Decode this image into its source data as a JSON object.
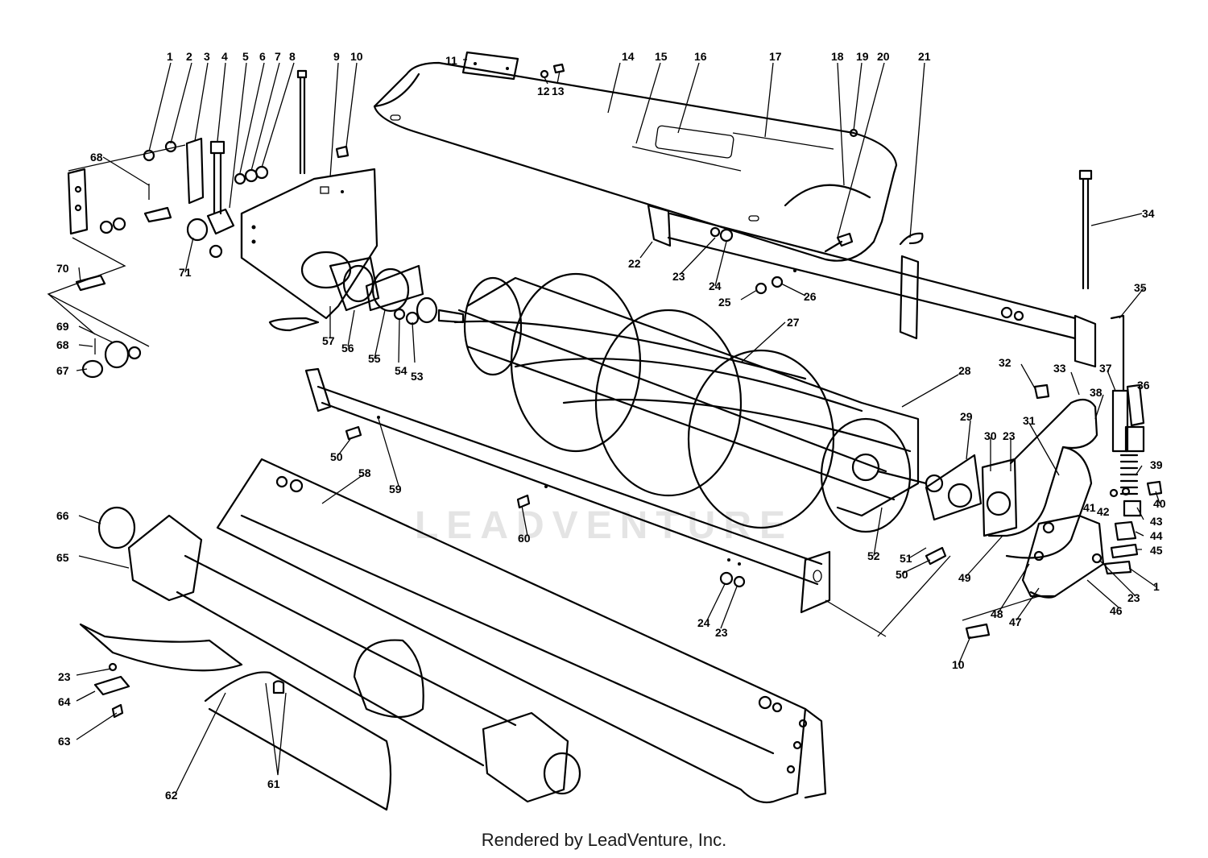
{
  "footer": {
    "credit": "Rendered by LeadVenture, Inc."
  },
  "watermark": {
    "text": "LEADVENTURE"
  },
  "callouts": [
    {
      "id": "c1",
      "label": "1"
    },
    {
      "id": "c2",
      "label": "2"
    },
    {
      "id": "c3",
      "label": "3"
    },
    {
      "id": "c4",
      "label": "4"
    },
    {
      "id": "c5",
      "label": "5"
    },
    {
      "id": "c6",
      "label": "6"
    },
    {
      "id": "c7",
      "label": "7"
    },
    {
      "id": "c8",
      "label": "8"
    },
    {
      "id": "c9",
      "label": "9"
    },
    {
      "id": "c10",
      "label": "10"
    },
    {
      "id": "c11",
      "label": "11"
    },
    {
      "id": "c12",
      "label": "12"
    },
    {
      "id": "c13",
      "label": "13"
    },
    {
      "id": "c14",
      "label": "14"
    },
    {
      "id": "c15",
      "label": "15"
    },
    {
      "id": "c16",
      "label": "16"
    },
    {
      "id": "c17",
      "label": "17"
    },
    {
      "id": "c18",
      "label": "18"
    },
    {
      "id": "c19",
      "label": "19"
    },
    {
      "id": "c20",
      "label": "20"
    },
    {
      "id": "c21",
      "label": "21"
    },
    {
      "id": "c22",
      "label": "22"
    },
    {
      "id": "c23a",
      "label": "23"
    },
    {
      "id": "c24a",
      "label": "24"
    },
    {
      "id": "c25",
      "label": "25"
    },
    {
      "id": "c26",
      "label": "26"
    },
    {
      "id": "c27",
      "label": "27"
    },
    {
      "id": "c28",
      "label": "28"
    },
    {
      "id": "c29",
      "label": "29"
    },
    {
      "id": "c30",
      "label": "30"
    },
    {
      "id": "c23b",
      "label": "23"
    },
    {
      "id": "c31",
      "label": "31"
    },
    {
      "id": "c32",
      "label": "32"
    },
    {
      "id": "c33",
      "label": "33"
    },
    {
      "id": "c34",
      "label": "34"
    },
    {
      "id": "c35",
      "label": "35"
    },
    {
      "id": "c36",
      "label": "36"
    },
    {
      "id": "c37",
      "label": "37"
    },
    {
      "id": "c38",
      "label": "38"
    },
    {
      "id": "c39",
      "label": "39"
    },
    {
      "id": "c40",
      "label": "40"
    },
    {
      "id": "c41",
      "label": "41"
    },
    {
      "id": "c42",
      "label": "42"
    },
    {
      "id": "c43",
      "label": "43"
    },
    {
      "id": "c44",
      "label": "44"
    },
    {
      "id": "c45",
      "label": "45"
    },
    {
      "id": "c1b",
      "label": "1"
    },
    {
      "id": "c23c",
      "label": "23"
    },
    {
      "id": "c46",
      "label": "46"
    },
    {
      "id": "c47",
      "label": "47"
    },
    {
      "id": "c48",
      "label": "48"
    },
    {
      "id": "c49",
      "label": "49"
    },
    {
      "id": "c50a",
      "label": "50"
    },
    {
      "id": "c51",
      "label": "51"
    },
    {
      "id": "c52",
      "label": "52"
    },
    {
      "id": "c10b",
      "label": "10"
    },
    {
      "id": "c53",
      "label": "53"
    },
    {
      "id": "c54",
      "label": "54"
    },
    {
      "id": "c55",
      "label": "55"
    },
    {
      "id": "c56",
      "label": "56"
    },
    {
      "id": "c57",
      "label": "57"
    },
    {
      "id": "c58",
      "label": "58"
    },
    {
      "id": "c59",
      "label": "59"
    },
    {
      "id": "c50b",
      "label": "50"
    },
    {
      "id": "c60",
      "label": "60"
    },
    {
      "id": "c24b",
      "label": "24"
    },
    {
      "id": "c23d",
      "label": "23"
    },
    {
      "id": "c61",
      "label": "61"
    },
    {
      "id": "c62",
      "label": "62"
    },
    {
      "id": "c63",
      "label": "63"
    },
    {
      "id": "c64",
      "label": "64"
    },
    {
      "id": "c23e",
      "label": "23"
    },
    {
      "id": "c65",
      "label": "65"
    },
    {
      "id": "c66",
      "label": "66"
    },
    {
      "id": "c67",
      "label": "67"
    },
    {
      "id": "c68a",
      "label": "68"
    },
    {
      "id": "c69",
      "label": "69"
    },
    {
      "id": "c70",
      "label": "70"
    },
    {
      "id": "c71",
      "label": "71"
    },
    {
      "id": "c68b",
      "label": "68"
    }
  ]
}
